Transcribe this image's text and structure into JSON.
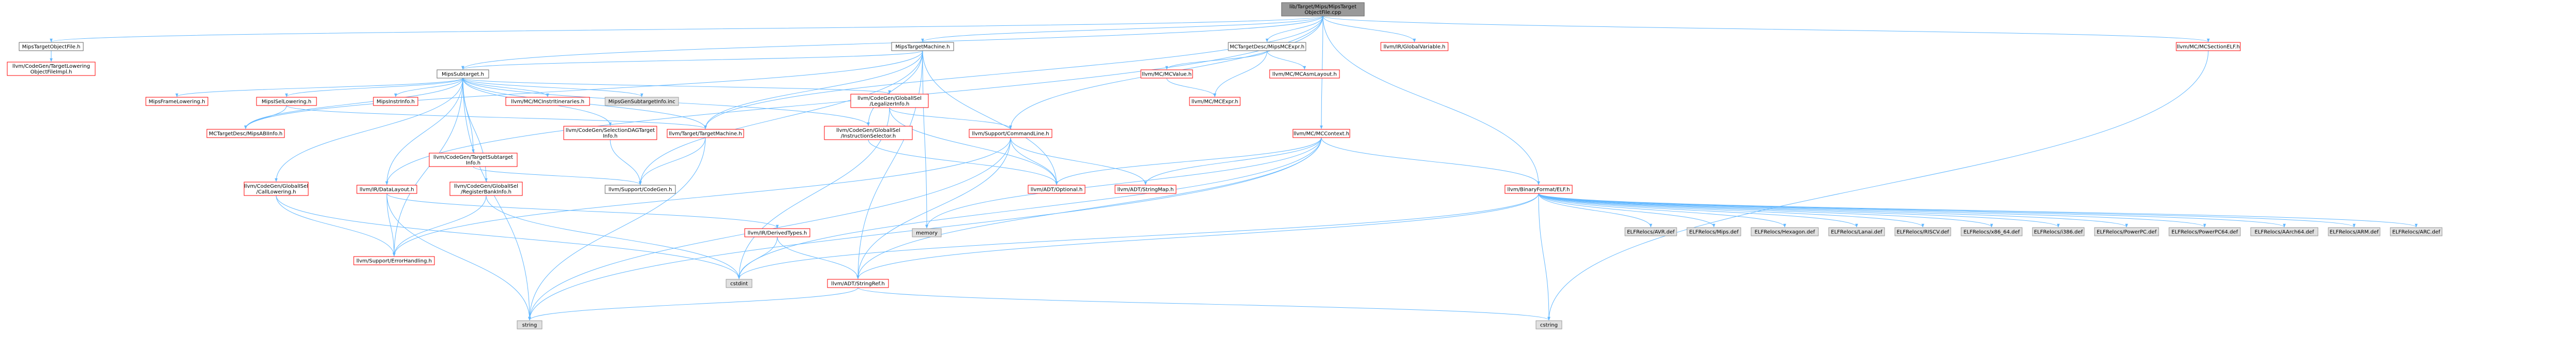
{
  "colors": {
    "edge": "#63b8ff",
    "edge_strong": "#63b8ff",
    "root_fill": "#999999",
    "default_fill": "#ffffff",
    "default_stroke": "#666666",
    "red_stroke": "#ff0000",
    "text": "#000000",
    "red_text": "#ff0000",
    "gray_fill": "#e0e0e0",
    "gray_stroke": "#999999"
  },
  "nodes": [
    {
      "id": "root",
      "lines": [
        "lib/Target/Mips/MipsTarget",
        "ObjectFile.cpp"
      ],
      "style": "root"
    },
    {
      "id": "mipstargetobjectfile_h",
      "lines": [
        "MipsTargetObjectFile.h"
      ],
      "style": "default"
    },
    {
      "id": "tlof_impl",
      "lines": [
        "llvm/CodeGen/TargetLowering",
        "ObjectFileImpl.h"
      ],
      "style": "red"
    },
    {
      "id": "mipstargetmachine_h",
      "lines": [
        "MipsTargetMachine.h"
      ],
      "style": "default"
    },
    {
      "id": "mctargetdesc_mipsmcexpr",
      "lines": [
        "MCTargetDesc/MipsMCExpr.h"
      ],
      "style": "default"
    },
    {
      "id": "ir_globalvariable",
      "lines": [
        "llvm/IR/GlobalVariable.h"
      ],
      "style": "red"
    },
    {
      "id": "mc_mcsectionelf",
      "lines": [
        "llvm/MC/MCSectionELF.h"
      ],
      "style": "red"
    },
    {
      "id": "mipssubtarget_h",
      "lines": [
        "MipsSubtarget.h"
      ],
      "style": "default"
    },
    {
      "id": "mc_mcvalue",
      "lines": [
        "llvm/MC/MCValue.h"
      ],
      "style": "red"
    },
    {
      "id": "mc_mcasmlayout",
      "lines": [
        "llvm/MC/MCAsmLayout.h"
      ],
      "style": "red"
    },
    {
      "id": "mc_mcexpr",
      "lines": [
        "llvm/MC/MCExpr.h"
      ],
      "style": "red"
    },
    {
      "id": "mipsframelowering",
      "lines": [
        "MipsFrameLowering.h"
      ],
      "style": "red"
    },
    {
      "id": "mipsisellowering",
      "lines": [
        "MipsISelLowering.h"
      ],
      "style": "red"
    },
    {
      "id": "mipsinstrinfo",
      "lines": [
        "MipsInstrInfo.h"
      ],
      "style": "red"
    },
    {
      "id": "mc_instritineraries",
      "lines": [
        "llvm/MC/MCInstrItineraries.h"
      ],
      "style": "red"
    },
    {
      "id": "mipsgensubtargetinfo",
      "lines": [
        "MipsGenSubtargetInfo.inc"
      ],
      "style": "gray"
    },
    {
      "id": "gisel_legalizerinfo",
      "lines": [
        "llvm/CodeGen/GlobalISel",
        "/LegalizerInfo.h"
      ],
      "style": "red"
    },
    {
      "id": "mctargetdesc_mipsabiinfo",
      "lines": [
        "MCTargetDesc/MipsABIInfo.h"
      ],
      "style": "red"
    },
    {
      "id": "codegen_targetsubtargetinfo",
      "lines": [
        "llvm/CodeGen/TargetSubtarget",
        "Info.h"
      ],
      "style": "red"
    },
    {
      "id": "codegen_selectiondagtargetinfo",
      "lines": [
        "llvm/CodeGen/SelectionDAGTarget",
        "Info.h"
      ],
      "style": "red"
    },
    {
      "id": "target_targetmachine",
      "lines": [
        "llvm/Target/TargetMachine.h"
      ],
      "style": "red"
    },
    {
      "id": "gisel_instructionselector",
      "lines": [
        "llvm/CodeGen/GlobalISel",
        "/InstructionSelector.h"
      ],
      "style": "red"
    },
    {
      "id": "support_commandline",
      "lines": [
        "llvm/Support/CommandLine.h"
      ],
      "style": "red"
    },
    {
      "id": "mc_mccontext",
      "lines": [
        "llvm/MC/MCContext.h"
      ],
      "style": "red"
    },
    {
      "id": "gisel_calllowering",
      "lines": [
        "llvm/CodeGen/GlobalISel",
        "/CallLowering.h"
      ],
      "style": "red"
    },
    {
      "id": "ir_datalayout",
      "lines": [
        "llvm/IR/DataLayout.h"
      ],
      "style": "red"
    },
    {
      "id": "gisel_registerbankinfo",
      "lines": [
        "llvm/CodeGen/GlobalISel",
        "/RegisterBankInfo.h"
      ],
      "style": "red"
    },
    {
      "id": "support_codegen",
      "lines": [
        "llvm/Support/CodeGen.h"
      ],
      "style": "default"
    },
    {
      "id": "adt_optional",
      "lines": [
        "llvm/ADT/Optional.h"
      ],
      "style": "red"
    },
    {
      "id": "adt_stringmap",
      "lines": [
        "llvm/ADT/StringMap.h"
      ],
      "style": "red"
    },
    {
      "id": "binaryformat_elf",
      "lines": [
        "llvm/BinaryFormat/ELF.h"
      ],
      "style": "red"
    },
    {
      "id": "ir_derivedtypes",
      "lines": [
        "llvm/IR/DerivedTypes.h"
      ],
      "style": "red"
    },
    {
      "id": "memory",
      "lines": [
        "memory"
      ],
      "style": "gray"
    },
    {
      "id": "support_errorhandling",
      "lines": [
        "llvm/Support/ErrorHandling.h"
      ],
      "style": "red"
    },
    {
      "id": "cstdint",
      "lines": [
        "cstdint"
      ],
      "style": "gray"
    },
    {
      "id": "adt_stringref",
      "lines": [
        "llvm/ADT/StringRef.h"
      ],
      "style": "red"
    },
    {
      "id": "string",
      "lines": [
        "string"
      ],
      "style": "gray"
    },
    {
      "id": "cstring",
      "lines": [
        "cstring"
      ],
      "style": "gray"
    },
    {
      "id": "elf_avr",
      "lines": [
        "ELFRelocs/AVR.def"
      ],
      "style": "gray"
    },
    {
      "id": "elf_mips",
      "lines": [
        "ELFRelocs/Mips.def"
      ],
      "style": "gray"
    },
    {
      "id": "elf_hexagon",
      "lines": [
        "ELFRelocs/Hexagon.def"
      ],
      "style": "gray"
    },
    {
      "id": "elf_lanai",
      "lines": [
        "ELFRelocs/Lanai.def"
      ],
      "style": "gray"
    },
    {
      "id": "elf_riscv",
      "lines": [
        "ELFRelocs/RISCV.def"
      ],
      "style": "gray"
    },
    {
      "id": "elf_x86_64",
      "lines": [
        "ELFRelocs/x86_64.def"
      ],
      "style": "gray"
    },
    {
      "id": "elf_i386",
      "lines": [
        "ELFRelocs/i386.def"
      ],
      "style": "gray"
    },
    {
      "id": "elf_powerpc",
      "lines": [
        "ELFRelocs/PowerPC.def"
      ],
      "style": "gray"
    },
    {
      "id": "elf_powerpc64",
      "lines": [
        "ELFRelocs/PowerPC64.def"
      ],
      "style": "gray"
    },
    {
      "id": "elf_aarch64",
      "lines": [
        "ELFRelocs/AArch64.def"
      ],
      "style": "gray"
    },
    {
      "id": "elf_arm",
      "lines": [
        "ELFRelocs/ARM.def"
      ],
      "style": "gray"
    },
    {
      "id": "elf_arc",
      "lines": [
        "ELFRelocs/ARC.def"
      ],
      "style": "gray"
    }
  ],
  "edges": [
    [
      "root",
      "mipstargetobjectfile_h"
    ],
    [
      "root",
      "mipstargetmachine_h"
    ],
    [
      "root",
      "mctargetdesc_mipsmcexpr"
    ],
    [
      "root",
      "ir_globalvariable"
    ],
    [
      "root",
      "mc_mcsectionelf"
    ],
    [
      "root",
      "mipssubtarget_h"
    ],
    [
      "root",
      "target_targetmachine"
    ],
    [
      "root",
      "mc_mccontext"
    ],
    [
      "root",
      "binaryformat_elf"
    ],
    [
      "root",
      "ir_datalayout"
    ],
    [
      "root",
      "support_commandline"
    ],
    [
      "mipstargetobjectfile_h",
      "tlof_impl"
    ],
    [
      "mipstargetmachine_h",
      "mipssubtarget_h"
    ],
    [
      "mipstargetmachine_h",
      "mctargetdesc_mipsabiinfo"
    ],
    [
      "mipstargetmachine_h",
      "target_targetmachine"
    ],
    [
      "mipstargetmachine_h",
      "gisel_instructionselector"
    ],
    [
      "mipstargetmachine_h",
      "adt_optional"
    ],
    [
      "mipstargetmachine_h",
      "support_codegen"
    ],
    [
      "mipstargetmachine_h",
      "memory"
    ],
    [
      "mipstargetmachine_h",
      "adt_stringref"
    ],
    [
      "mctargetdesc_mipsmcexpr",
      "mc_mcvalue"
    ],
    [
      "mctargetdesc_mipsmcexpr",
      "mc_mcasmlayout"
    ],
    [
      "mctargetdesc_mipsmcexpr",
      "mc_mcexpr"
    ],
    [
      "mc_mcvalue",
      "mc_mcexpr"
    ],
    [
      "mc_mcsectionelf",
      "cstring"
    ],
    [
      "mipssubtarget_h",
      "mipsframelowering"
    ],
    [
      "mipssubtarget_h",
      "mipsisellowering"
    ],
    [
      "mipssubtarget_h",
      "mipsinstrinfo"
    ],
    [
      "mipssubtarget_h",
      "mc_instritineraries"
    ],
    [
      "mipssubtarget_h",
      "mipsgensubtargetinfo"
    ],
    [
      "mipssubtarget_h",
      "gisel_legalizerinfo"
    ],
    [
      "mipssubtarget_h",
      "mctargetdesc_mipsabiinfo"
    ],
    [
      "mipssubtarget_h",
      "codegen_targetsubtargetinfo"
    ],
    [
      "mipssubtarget_h",
      "codegen_selectiondagtargetinfo"
    ],
    [
      "mipssubtarget_h",
      "target_targetmachine"
    ],
    [
      "mipssubtarget_h",
      "gisel_instructionselector"
    ],
    [
      "mipssubtarget_h",
      "gisel_calllowering"
    ],
    [
      "mipssubtarget_h",
      "ir_datalayout"
    ],
    [
      "mipssubtarget_h",
      "gisel_registerbankinfo"
    ],
    [
      "mipssubtarget_h",
      "support_errorhandling"
    ],
    [
      "mipssubtarget_h",
      "string"
    ],
    [
      "mipsisellowering",
      "mctargetdesc_mipsabiinfo"
    ],
    [
      "mipsisellowering",
      "target_targetmachine"
    ],
    [
      "gisel_legalizerinfo",
      "support_commandline"
    ],
    [
      "gisel_legalizerinfo",
      "adt_optional"
    ],
    [
      "gisel_legalizerinfo",
      "cstdint"
    ],
    [
      "target_targetmachine",
      "support_codegen"
    ],
    [
      "target_targetmachine",
      "string"
    ],
    [
      "codegen_targetsubtargetinfo",
      "support_codegen"
    ],
    [
      "codegen_selectiondagtargetinfo",
      "support_codegen"
    ],
    [
      "gisel_instructionselector",
      "adt_optional"
    ],
    [
      "support_commandline",
      "adt_optional"
    ],
    [
      "support_commandline",
      "adt_stringmap"
    ],
    [
      "support_commandline",
      "adt_stringref"
    ],
    [
      "support_commandline",
      "support_errorhandling"
    ],
    [
      "support_commandline",
      "string"
    ],
    [
      "mc_mccontext",
      "adt_optional"
    ],
    [
      "mc_mccontext",
      "adt_stringmap"
    ],
    [
      "mc_mccontext",
      "binaryformat_elf"
    ],
    [
      "mc_mccontext",
      "memory"
    ],
    [
      "mc_mccontext",
      "cstdint"
    ],
    [
      "mc_mccontext",
      "adt_stringref"
    ],
    [
      "mc_mccontext",
      "string"
    ],
    [
      "ir_datalayout",
      "ir_derivedtypes"
    ],
    [
      "ir_datalayout",
      "support_errorhandling"
    ],
    [
      "ir_datalayout",
      "string"
    ],
    [
      "gisel_calllowering",
      "support_errorhandling"
    ],
    [
      "gisel_calllowering",
      "cstdint"
    ],
    [
      "gisel_registerbankinfo",
      "support_errorhandling"
    ],
    [
      "gisel_registerbankinfo",
      "cstdint"
    ],
    [
      "ir_derivedtypes",
      "adt_stringref"
    ],
    [
      "ir_derivedtypes",
      "cstdint"
    ],
    [
      "adt_stringref",
      "string"
    ],
    [
      "adt_stringref",
      "cstring"
    ],
    [
      "binaryformat_elf",
      "adt_stringref"
    ],
    [
      "binaryformat_elf",
      "cstdint"
    ],
    [
      "binaryformat_elf",
      "cstring"
    ],
    [
      "binaryformat_elf",
      "elf_avr"
    ],
    [
      "binaryformat_elf",
      "elf_mips"
    ],
    [
      "binaryformat_elf",
      "elf_hexagon"
    ],
    [
      "binaryformat_elf",
      "elf_lanai"
    ],
    [
      "binaryformat_elf",
      "elf_riscv"
    ],
    [
      "binaryformat_elf",
      "elf_x86_64"
    ],
    [
      "binaryformat_elf",
      "elf_i386"
    ],
    [
      "binaryformat_elf",
      "elf_powerpc"
    ],
    [
      "binaryformat_elf",
      "elf_powerpc64"
    ],
    [
      "binaryformat_elf",
      "elf_aarch64"
    ],
    [
      "binaryformat_elf",
      "elf_arm"
    ],
    [
      "binaryformat_elf",
      "elf_arc"
    ]
  ]
}
